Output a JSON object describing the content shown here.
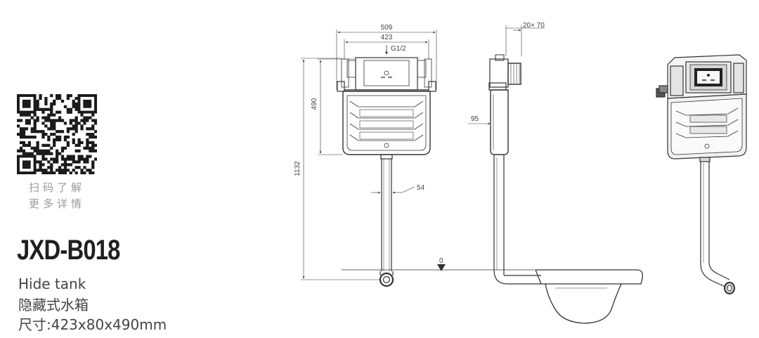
{
  "qr": {
    "caption_line1": "扫码了解",
    "caption_line2": "更多详情"
  },
  "product": {
    "model": "JXD-B018",
    "name_en": "Hide tank",
    "name_cn": "隐藏式水箱",
    "size": "尺寸:423x80x490mm"
  },
  "dimensions": {
    "width_outer": "509",
    "width_inner": "423",
    "inlet": "G1/2",
    "tank_height": "490",
    "total_height": "1132",
    "pipe_diameter": "54",
    "depth": "95",
    "top_offset": "20× 70",
    "floor_mark": "0"
  }
}
